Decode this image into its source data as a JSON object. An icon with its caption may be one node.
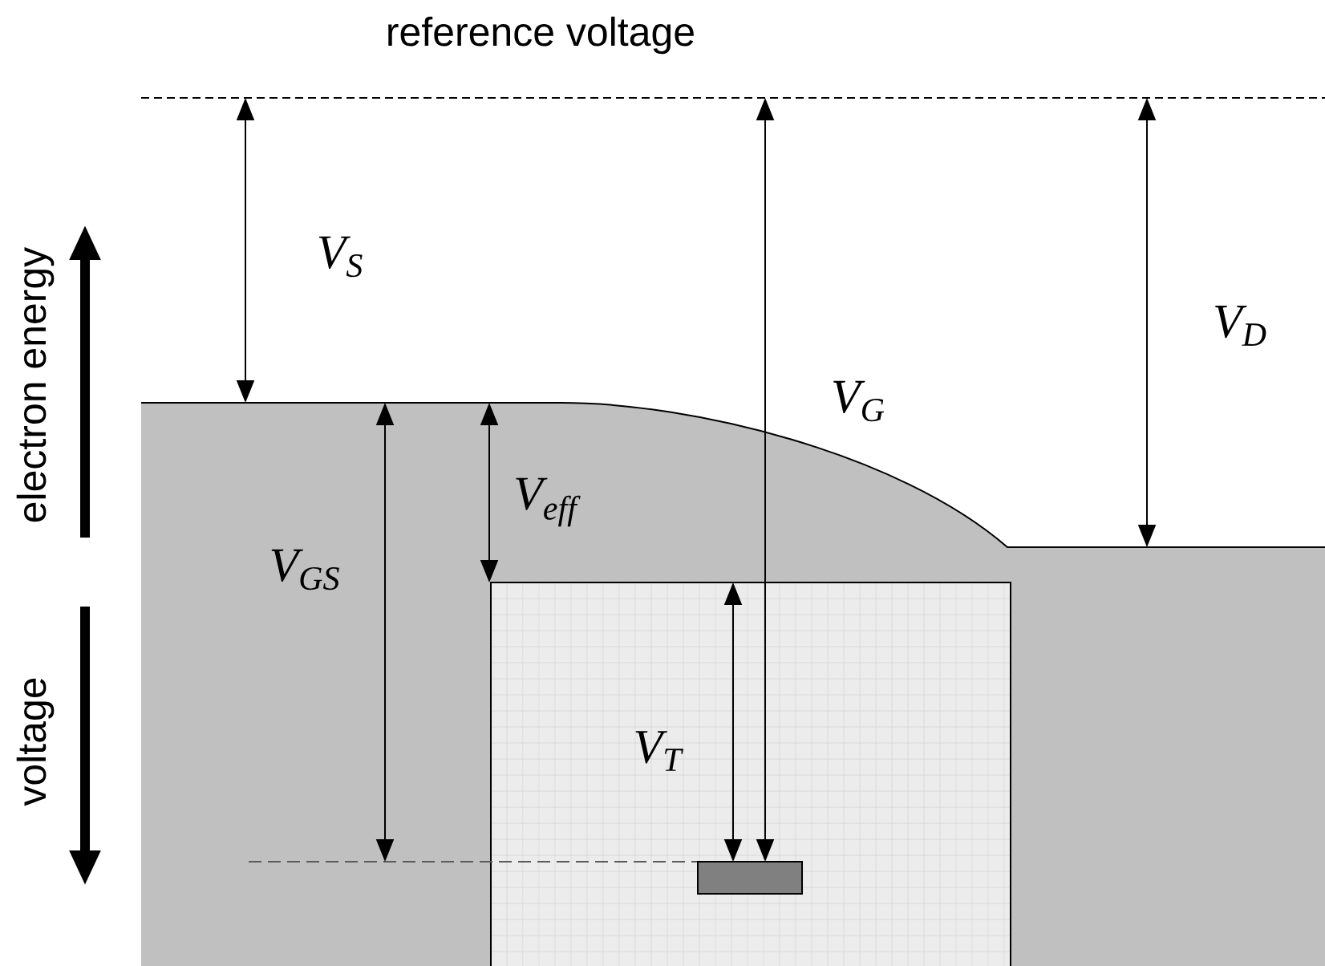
{
  "diagram": {
    "labels": [
      "reference voltage",
      "electron energy",
      "voltage",
      "V$_{S}$",
      "V$_{G}$",
      "V$_{D}$",
      "V$_{eff}$",
      "V$_{GS}$",
      "V$_{T}$"
    ]
  }
}
